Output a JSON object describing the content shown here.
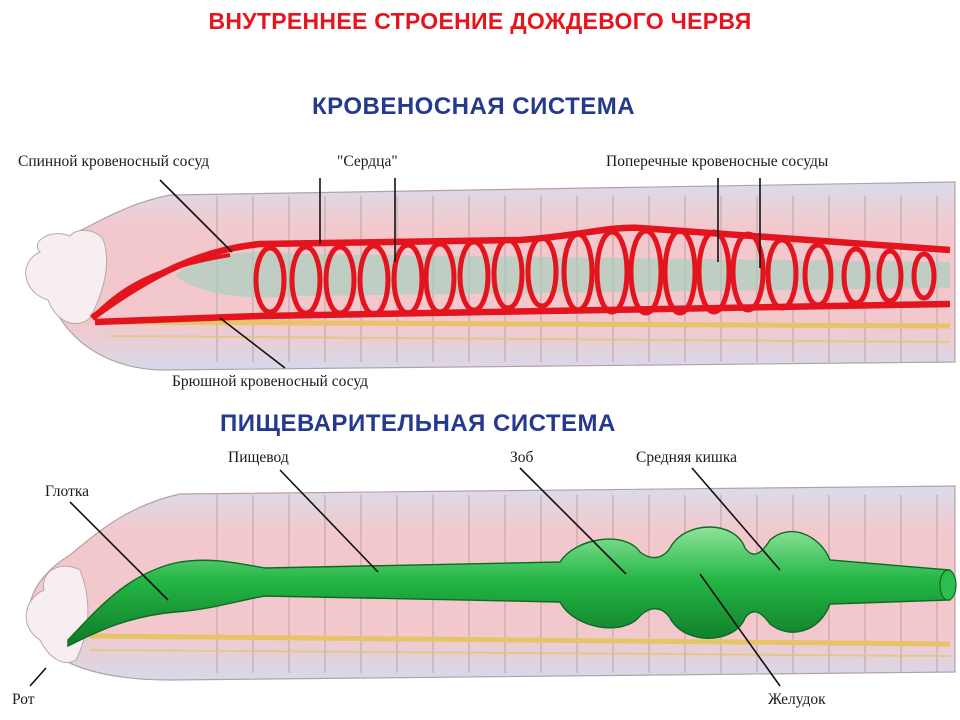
{
  "title": "ВНУТРЕННЕЕ СТРОЕНИЕ ДОЖДЕВОГО ЧЕРВЯ",
  "circulatory": {
    "heading": "КРОВЕНОСНАЯ СИСТЕМА",
    "labels": {
      "dorsal": "Спинной кровеносный сосуд",
      "hearts": "\"Сердца\"",
      "transverse": "Поперечные кровеносные сосуды",
      "ventral": "Брюшной кровеносный сосуд"
    }
  },
  "digestive": {
    "heading": "ПИЩЕВАРИТЕЛЬНАЯ СИСТЕМА",
    "labels": {
      "pharynx": "Глотка",
      "esophagus": "Пищевод",
      "crop": "Зоб",
      "midgut": "Средняя кишка",
      "mouth": "Рот",
      "gizzard": "Желудок"
    }
  },
  "colors": {
    "title": "#e8141c",
    "heading": "#253a8f",
    "vessel": "#e3141e",
    "gut": "#1fae3e",
    "body": "#f1c9c9",
    "nerve": "#e8c468"
  }
}
